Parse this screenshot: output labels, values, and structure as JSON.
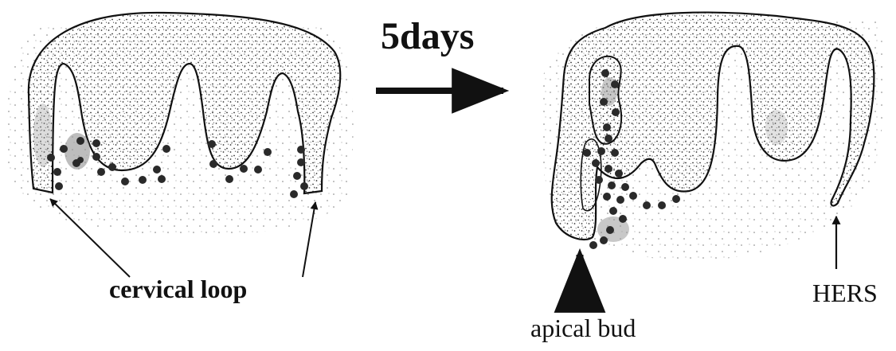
{
  "labels": {
    "duration": "5days",
    "cervical_loop": "cervical loop",
    "apical_bud": "apical bud",
    "hers": "HERS"
  },
  "colors": {
    "ink": "#111111",
    "stipple": "#333333",
    "cell": "#2a2a2a",
    "shade": "#9a9a9a",
    "background": "#ffffff"
  }
}
